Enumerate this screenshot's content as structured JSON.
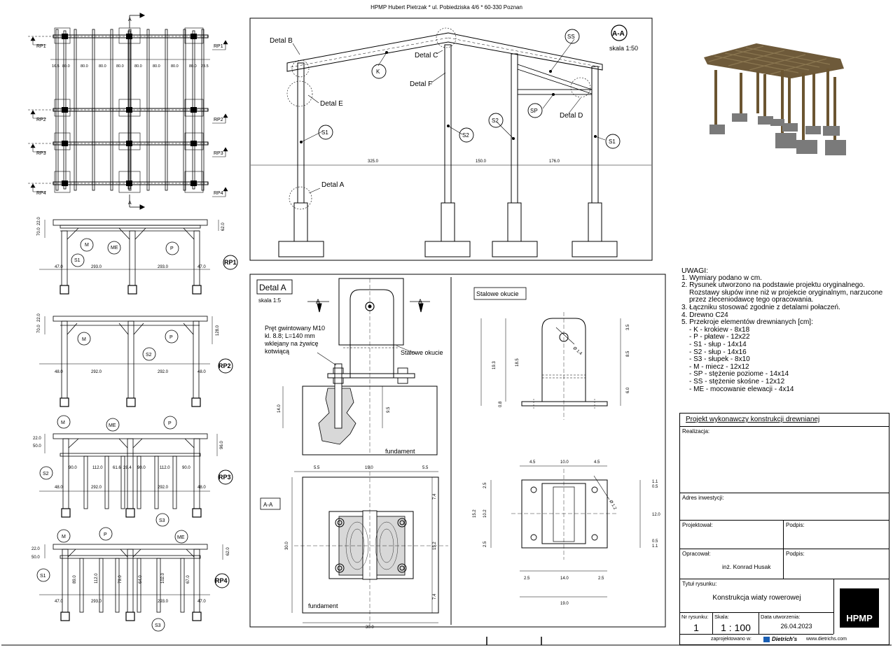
{
  "header": "HPMP Hubert Pietrzak * ul. Pobiedziska 4/6 * 60-330 Poznan",
  "plan": {
    "markers": [
      "RP1",
      "RP2",
      "RP3",
      "RP4"
    ],
    "section_mark": "A",
    "dims": [
      "16.5",
      "80.0",
      "80.0",
      "80.0",
      "80.0",
      "80.0",
      "80.0",
      "80.0",
      "80.0",
      "23.5"
    ]
  },
  "elevations": {
    "rp1": {
      "title": "RP1",
      "dims": [
        "47.0",
        "293.0",
        "293.0",
        "47.0"
      ],
      "vdims": [
        "70.0",
        "22.0",
        "62.0"
      ],
      "labels": [
        "M",
        "ME",
        "P",
        "S1"
      ]
    },
    "rp2": {
      "title": "RP2",
      "dims": [
        "48.0",
        "292.0",
        "292.0",
        "48.0"
      ],
      "vdims": [
        "70.0",
        "22.0",
        "128.0"
      ],
      "labels": [
        "M",
        "P",
        "S2"
      ]
    },
    "rp3": {
      "title": "RP3",
      "dims": [
        "90.0",
        "112.0",
        "61.6",
        "28.4",
        "90.0",
        "112.0",
        "90.0"
      ],
      "dims2": [
        "48.0",
        "292.0",
        "292.0",
        "48.0"
      ],
      "vdims": [
        "22.0",
        "50.0",
        "96.0"
      ],
      "labels": [
        "M",
        "ME",
        "P",
        "S2",
        "S3"
      ]
    },
    "rp4": {
      "title": "RP4",
      "dims": [
        "47.0",
        "293.0",
        "293.0",
        "47.0"
      ],
      "vdims": [
        "22.0",
        "50.0",
        "62.0",
        "89.0",
        "112.0",
        "79.0",
        "64.0",
        "102.0",
        "67.0"
      ],
      "labels": [
        "M",
        "P",
        "ME",
        "S1",
        "S3"
      ]
    }
  },
  "section_aa": {
    "title": "A-A",
    "scale": "skala 1:50",
    "callouts": [
      "Detal B",
      "Detal C",
      "Detal F",
      "Detal E",
      "Detal D",
      "Detal A"
    ],
    "labels": [
      "K",
      "SS",
      "SP",
      "S1",
      "S2",
      "S2",
      "S1"
    ],
    "dims": [
      "325.0",
      "150.0",
      "176.0"
    ]
  },
  "detail_a": {
    "title": "Detal A",
    "scale": "skala 1:5",
    "cut": "A",
    "subtitle": "A-A",
    "rod_note": [
      "Pręt gwintowany M10",
      "kl. 8.8; L=140 mm",
      "wklejany na żywicę",
      "kotwiącą"
    ],
    "fitting_label": "Stalowe okucie",
    "foundation": "fundament",
    "dims": [
      "14.0",
      "9.5",
      "5.5",
      "19.0",
      "5.5",
      "7.4",
      "15.2",
      "7.4",
      "30.0",
      "30.0"
    ]
  },
  "steel_fitting": {
    "title": "Stalowe okucie",
    "dims": [
      "19.3",
      "18.5",
      "3.5",
      "8.5",
      "6.0",
      "0.8",
      "Ø 1.4",
      "4.5",
      "10.0",
      "4.5",
      "2.5",
      "10.2",
      "2.5",
      "15.2",
      "1.1",
      "0.5",
      "12.0",
      "0.5",
      "1.1",
      "2.5",
      "14.0",
      "2.5",
      "19.0",
      "Ø 1.2"
    ]
  },
  "notes": {
    "title": "UWAGI:",
    "items": [
      "1. Wymiary podano w cm.",
      "2. Rysunek utworzono na podstawie projektu oryginalnego.",
      "Rozstawy słupów inne niż w projekcie oryginalnym, narzucone",
      "przez zleceniodawcę tego opracowania.",
      "3. Łączniku stosować zgodnie z detalami połaczeń.",
      "4. Drewno C24",
      "5. Przekroje elementów drewnianych [cm]:"
    ],
    "sections": [
      "- K - krokiew - 8x18",
      "- P - płatew - 12x22",
      "- S1 - słup - 14x14",
      "- S2 - słup - 14x16",
      "- S3 - słupek - 8x10",
      "- M - miecz - 12x12",
      "- SP - stężenie poziome - 14x14",
      "- SS - stężenie skośne - 12x12",
      "- ME - mocowanie elewacji - 4x14"
    ]
  },
  "titleblock": {
    "project": "Projekt wykonawczy konstrukcji  drewnianej",
    "realizacja": "Realizacja:",
    "adres": "Adres inwestycji:",
    "projektowal": "Projektował:",
    "podpis1": "Podpis:",
    "opracowal": "Opracował:",
    "author": "inż. Konrad Husak",
    "podpis2": "Podpis:",
    "tytul_label": "Tytuł rysunku:",
    "tytul": "Konstrukcja wiaty rowerowej",
    "nr_label": "Nr rysunku:",
    "nr": "1",
    "skala_label": "Skala:",
    "skala": "1 : 100",
    "data_label": "Data utworzenia:",
    "data": "26.04.2023",
    "logo": "HPMP",
    "footer": "zaprojektowano w:",
    "brand": "Dietrich's",
    "url": "www.dietrichs.com"
  }
}
